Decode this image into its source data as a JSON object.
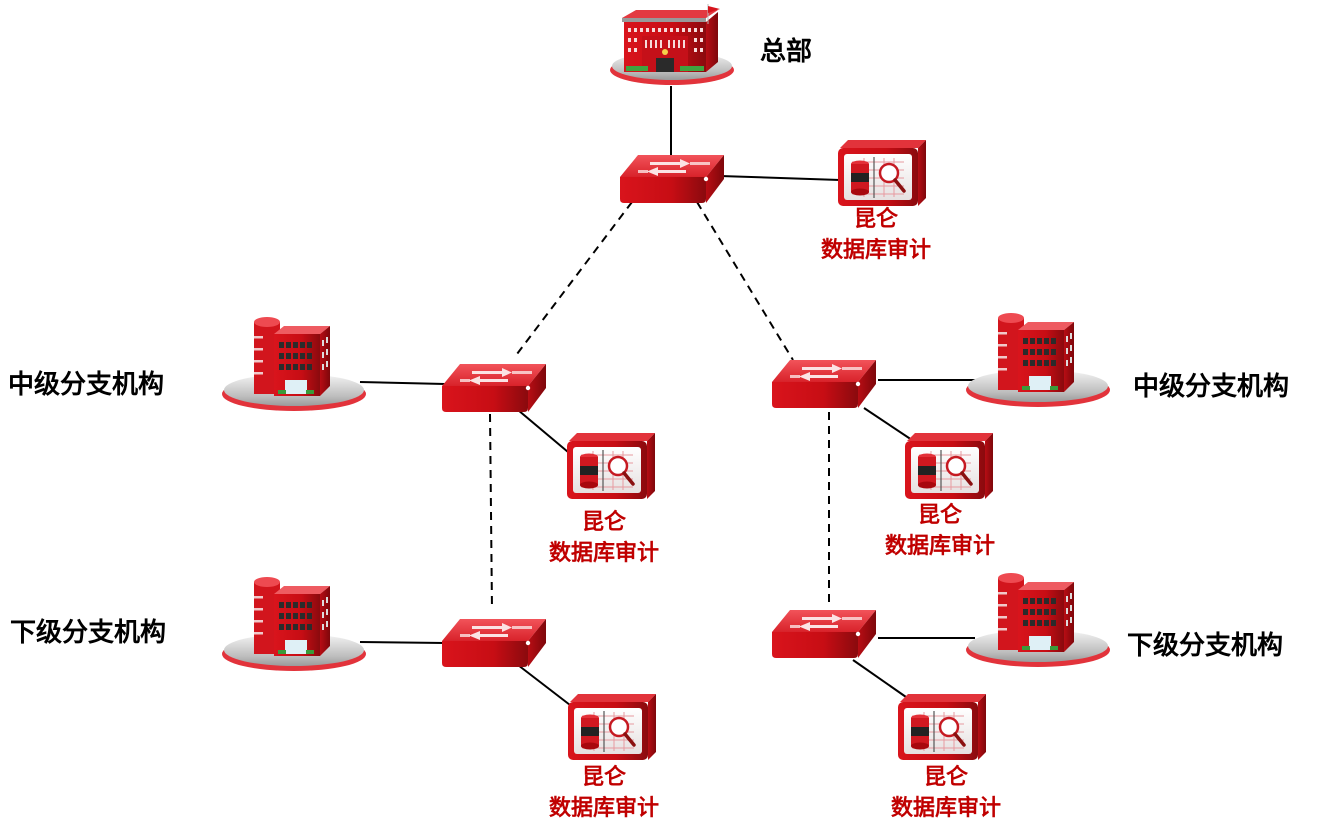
{
  "diagram": {
    "type": "network-topology",
    "headquarters": {
      "label": "总部"
    },
    "audit_device": {
      "line1": "昆仑",
      "line2": "数据库审计"
    },
    "mid_left": {
      "label": "中级分支机构"
    },
    "mid_right": {
      "label": "中级分支机构"
    },
    "low_left": {
      "label": "下级分支机构"
    },
    "low_right": {
      "label": "下级分支机构"
    },
    "audits": [
      {
        "id": "hq",
        "line1": "昆仑",
        "line2": "数据库审计"
      },
      {
        "id": "mid-left",
        "line1": "昆仑",
        "line2": "数据库审计"
      },
      {
        "id": "mid-right",
        "line1": "昆仑",
        "line2": "数据库审计"
      },
      {
        "id": "low-left",
        "line1": "昆仑",
        "line2": "数据库审计"
      },
      {
        "id": "low-right",
        "line1": "昆仑",
        "line2": "数据库审计"
      }
    ],
    "connections": [
      {
        "from": "hq-building",
        "to": "hq-switch",
        "style": "solid"
      },
      {
        "from": "hq-switch",
        "to": "hq-audit",
        "style": "solid"
      },
      {
        "from": "hq-switch",
        "to": "mid-left-switch",
        "style": "dashed"
      },
      {
        "from": "hq-switch",
        "to": "mid-right-switch",
        "style": "dashed"
      },
      {
        "from": "mid-left-building",
        "to": "mid-left-switch",
        "style": "solid"
      },
      {
        "from": "mid-left-switch",
        "to": "mid-left-audit",
        "style": "solid"
      },
      {
        "from": "mid-right-switch",
        "to": "mid-right-building",
        "style": "solid"
      },
      {
        "from": "mid-right-switch",
        "to": "mid-right-audit",
        "style": "solid"
      },
      {
        "from": "mid-left-switch",
        "to": "low-left-switch",
        "style": "dashed"
      },
      {
        "from": "mid-right-switch",
        "to": "low-right-switch",
        "style": "dashed"
      },
      {
        "from": "low-left-building",
        "to": "low-left-switch",
        "style": "solid"
      },
      {
        "from": "low-left-switch",
        "to": "low-left-audit",
        "style": "solid"
      },
      {
        "from": "low-right-switch",
        "to": "low-right-building",
        "style": "solid"
      },
      {
        "from": "low-right-switch",
        "to": "low-right-audit",
        "style": "solid"
      }
    ],
    "colors": {
      "brand_red": "#d4101c",
      "label_red": "#c00000",
      "label_black": "#000000"
    }
  }
}
